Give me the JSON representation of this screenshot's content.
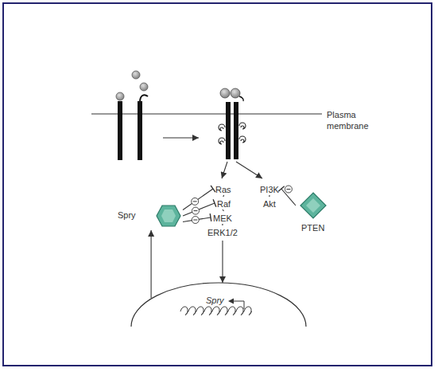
{
  "diagram": {
    "nodes": [
      {
        "text": [
          "Ras"
        ]
      },
      {
        "text": [
          "Raf"
        ]
      },
      {
        "text": [
          "MEK"
        ]
      },
      {
        "text": [
          "ERK1/2"
        ]
      },
      {
        "text": [
          "PI3K"
        ]
      },
      {
        "text": [
          "Akt"
        ]
      },
      {
        "text": [
          "Spry"
        ]
      },
      {
        "text": [
          "PTEN"
        ]
      },
      {
        "text": [
          "Spry"
        ]
      }
    ],
    "edges": [
      {
        "from": 0,
        "to": 1,
        "arrow": "none"
      },
      {
        "from": 1,
        "to": 2,
        "arrow": "none"
      },
      {
        "from": 2,
        "to": 3,
        "arrow": "none"
      },
      {
        "from": 4,
        "to": 5,
        "arrow": "none"
      },
      {
        "from": 3,
        "to": 8,
        "arrow": "to"
      },
      {
        "from": 8,
        "to": 6,
        "arrow": "to"
      },
      {
        "from": 6,
        "to": 0,
        "arrow": "to"
      },
      {
        "from": 6,
        "to": 1,
        "arrow": "to"
      },
      {
        "from": 6,
        "to": 2,
        "arrow": "to"
      },
      {
        "from": 7,
        "to": 4,
        "arrow": "to"
      }
    ],
    "labels": [
      "Plasma membrane"
    ]
  }
}
